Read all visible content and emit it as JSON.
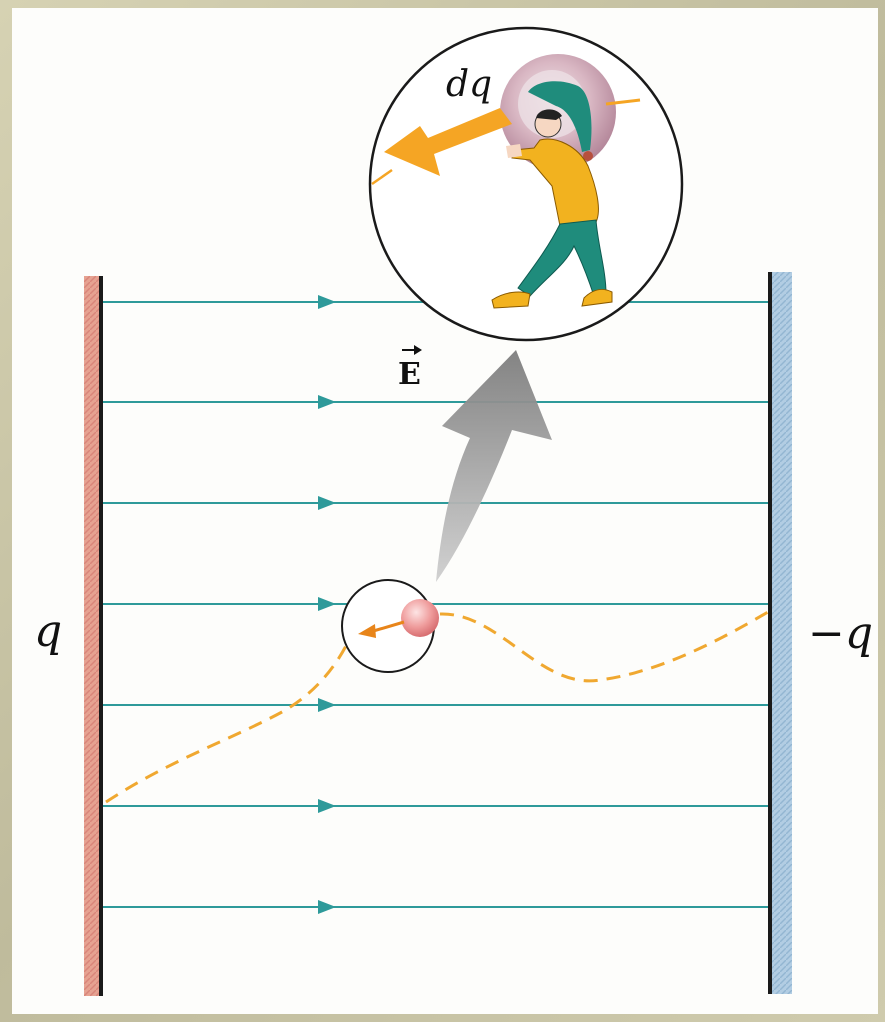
{
  "labels": {
    "left_plate_charge": "q",
    "right_plate_charge": "−q",
    "field_symbol": "E",
    "charge_element": "dq"
  },
  "colors": {
    "background": "#fdfdfb",
    "frame": "#c9c5a6",
    "left_plate": "#e39a8a",
    "right_plate": "#a9c6de",
    "field_lines": "#2e9a9a",
    "path": "#f0a830",
    "charge": "#ef9c9c",
    "force_arrow": "#f5a524",
    "curved_arrow": "#8e8e8e",
    "figure_shirt": "#f2b21f",
    "figure_pants": "#1f8c7c"
  },
  "icons": {
    "field_arrowheads": "triangle-right",
    "figure": "person-pushing-charge"
  }
}
